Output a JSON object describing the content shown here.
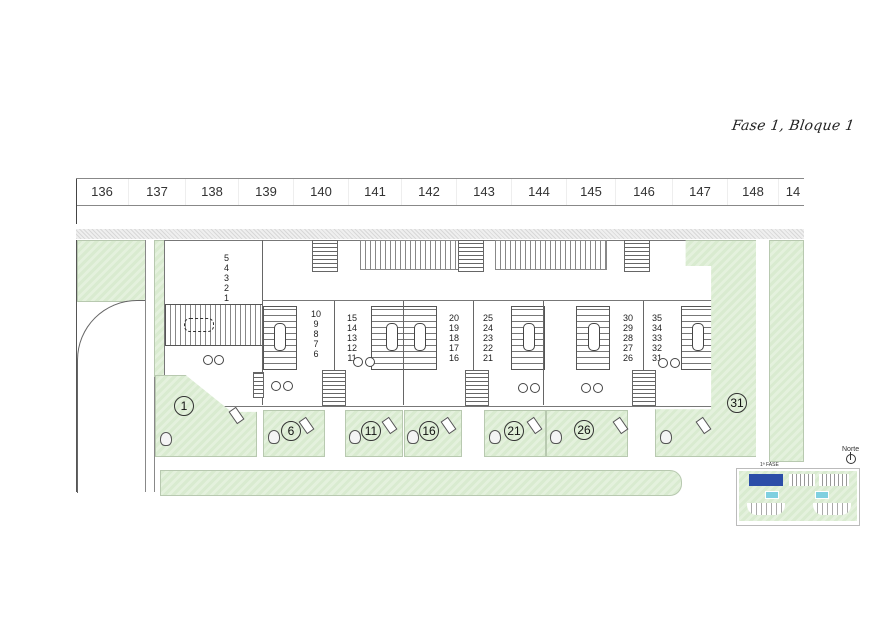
{
  "header": {
    "title": "Fase 1, Bloque 1"
  },
  "ruler": {
    "labels": [
      "136",
      "137",
      "138",
      "139",
      "140",
      "141",
      "142",
      "143",
      "144",
      "145",
      "146",
      "147",
      "148",
      "14"
    ]
  },
  "units": {
    "groups": [
      {
        "numbers": [
          "5",
          "4",
          "3",
          "2",
          "1"
        ]
      },
      {
        "numbers": [
          "10",
          "9",
          "8",
          "7",
          "6"
        ]
      },
      {
        "numbers": [
          "15",
          "14",
          "13",
          "12",
          "11"
        ]
      },
      {
        "numbers": [
          "20",
          "19",
          "18",
          "17",
          "16"
        ]
      },
      {
        "numbers": [
          "25",
          "24",
          "23",
          "22",
          "21"
        ]
      },
      {
        "numbers": [
          "30",
          "29",
          "28",
          "27",
          "26"
        ]
      },
      {
        "numbers": [
          "35",
          "34",
          "33",
          "32",
          "31"
        ]
      }
    ]
  },
  "gardens": {
    "labels": [
      "1",
      "6",
      "11",
      "16",
      "21",
      "26",
      "31"
    ]
  },
  "minimap": {
    "phase_label": "1ª FASE",
    "north_label": "Norte",
    "colors": {
      "highlight": "#2c4ea8",
      "pool": "#7fd0e0",
      "green": "#d9ebd0"
    }
  },
  "colors": {
    "garden": "#d9ebd0",
    "line": "#555555",
    "hatch": "#d8d8d8"
  }
}
